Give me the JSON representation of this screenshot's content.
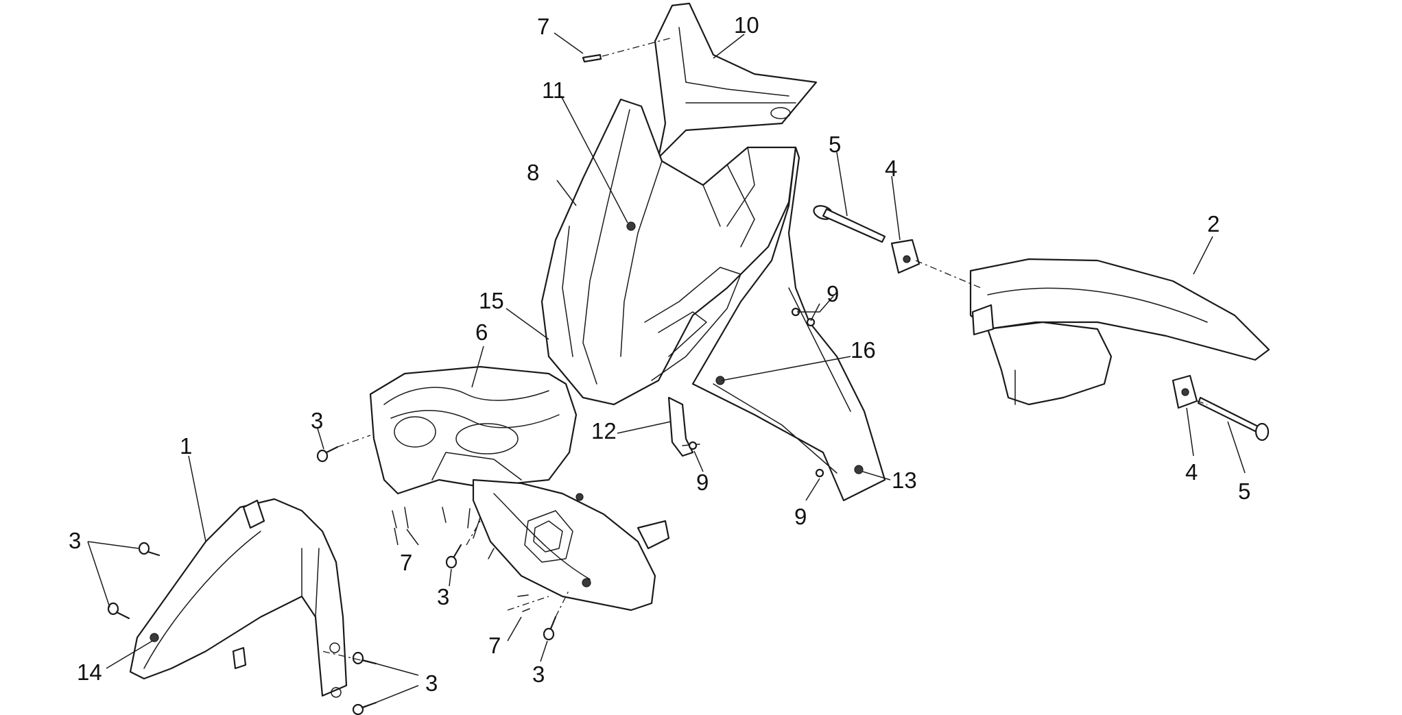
{
  "diagram": {
    "callouts": [
      "7",
      "10",
      "11",
      "8",
      "5",
      "4",
      "2",
      "15",
      "9",
      "6",
      "16",
      "3",
      "12",
      "9",
      "13",
      "1",
      "9",
      "4",
      "5",
      "3",
      "7",
      "3",
      "14",
      "7",
      "3",
      "3"
    ]
  }
}
